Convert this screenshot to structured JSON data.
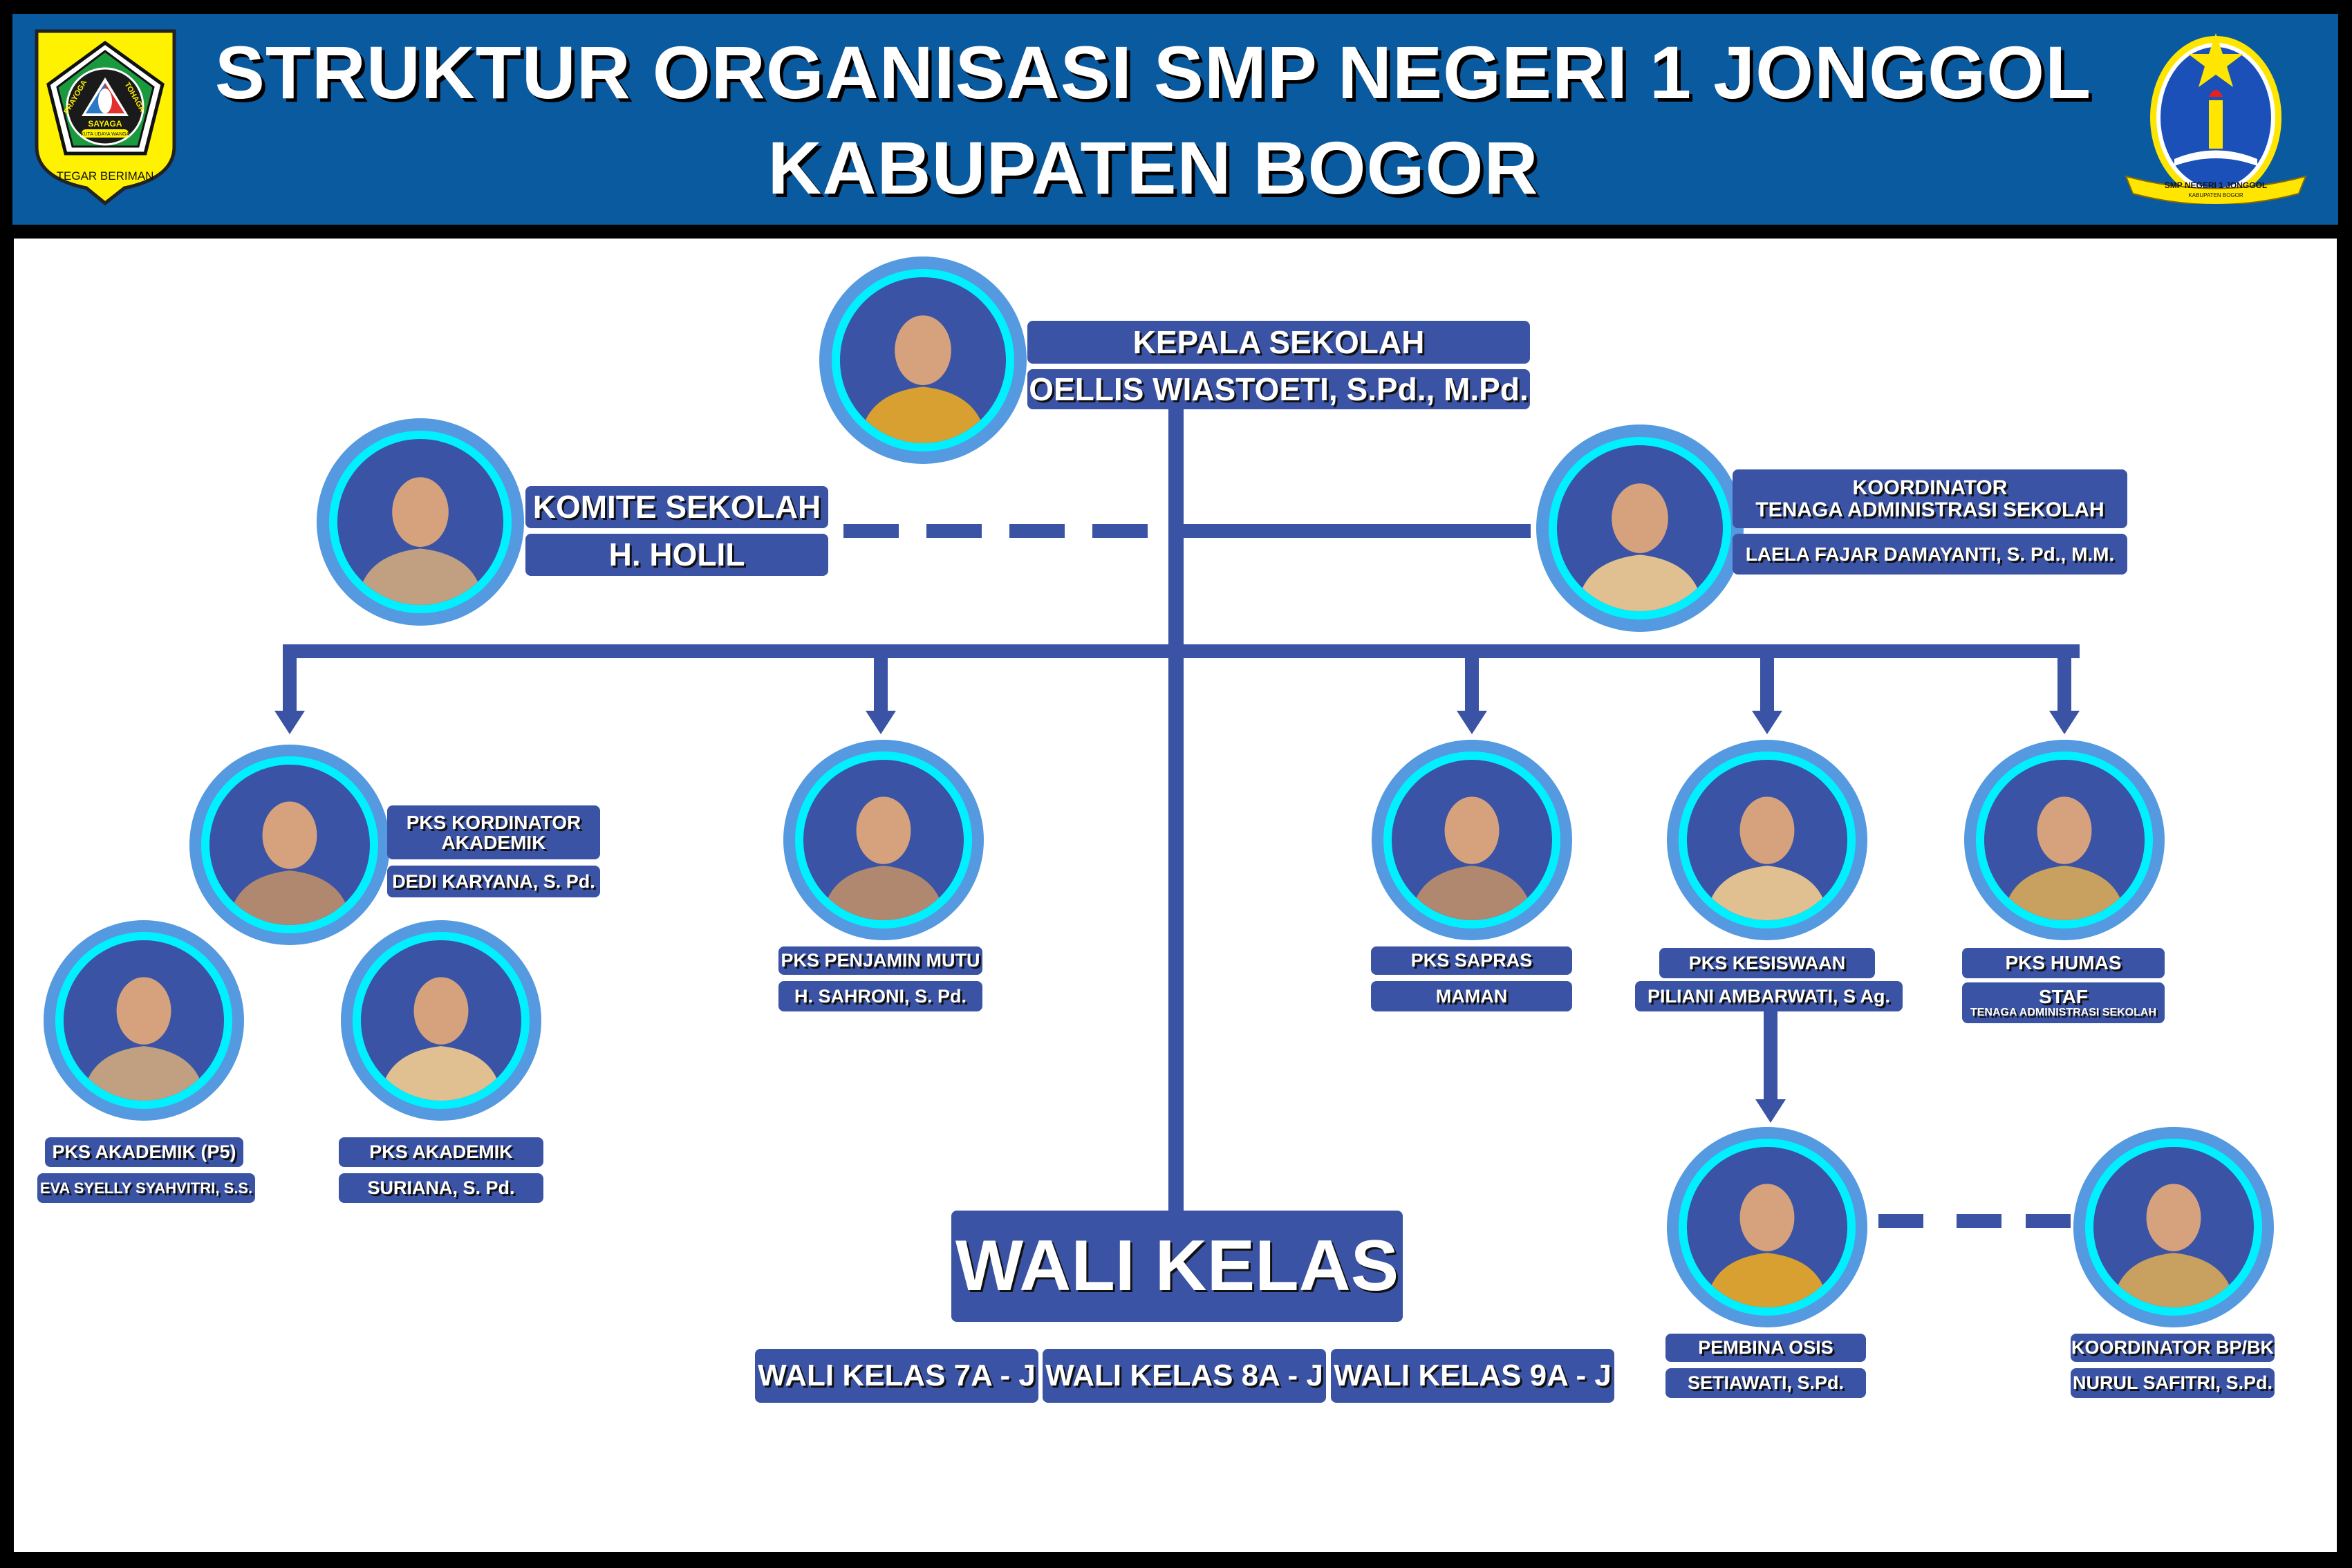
{
  "header": {
    "title_line1": "STRUKTUR ORGANISASI SMP NEGERI 1 JONGGOL",
    "title_line2": "KABUPATEN BOGOR",
    "left_logo_text": [
      "PRAYOGA",
      "TOHAGA",
      "SAYAGA",
      "KUTA UDAYA WANGA",
      "TEGAR BERIMAN"
    ],
    "right_logo_text": [
      "SMP NEGERI 1 JONGGOL",
      "KABUPATEN BOGOR"
    ]
  },
  "colors": {
    "header": "#0a5aa0",
    "box": "#3a53a4",
    "ring_outer": "#5599e0",
    "ring_inner": "#00f0ff"
  },
  "kepala": {
    "title": "KEPALA SEKOLAH",
    "name": "OELLIS WIASTOETI, S.Pd., M.Pd."
  },
  "komite": {
    "title": "KOMITE SEKOLAH",
    "name": "H. HOLIL"
  },
  "koordinator_tas": {
    "title_line1": "KOORDINATOR",
    "title_line2": "TENAGA ADMINISTRASI SEKOLAH",
    "name": "LAELA FAJAR DAMAYANTI, S. Pd., M.M."
  },
  "pks_kordinator_akademik": {
    "title_line1": "PKS KORDINATOR",
    "title_line2": "AKADEMIK",
    "name": "DEDI KARYANA, S. Pd."
  },
  "pks_akademik_p5": {
    "title": "PKS AKADEMIK (P5)",
    "name": "EVA SYELLY SYAHVITRI, S.S."
  },
  "pks_akademik": {
    "title": "PKS AKADEMIK",
    "name": "SURIANA, S. Pd."
  },
  "pks_penjamin_mutu": {
    "title": "PKS PENJAMIN MUTU",
    "name": "H. SAHRONI, S. Pd."
  },
  "pks_sapras": {
    "title": "PKS SAPRAS",
    "name": "MAMAN"
  },
  "pks_kesiswaan": {
    "title": "PKS KESISWAAN",
    "name": "PILIANI AMBARWATI, S Ag."
  },
  "pks_humas": {
    "title": "PKS HUMAS",
    "name_line1": "STAF",
    "name_line2": "TENAGA ADMINISTRASI SEKOLAH"
  },
  "pembina_osis": {
    "title": "PEMBINA OSIS",
    "name": "SETIAWATI, S.Pd."
  },
  "koordinator_bk": {
    "title": "KOORDINATOR BP/BK",
    "name": "NURUL SAFITRI, S.Pd."
  },
  "wali_kelas": {
    "title": "WALI KELAS",
    "classes": [
      "WALI KELAS 7A - J",
      "WALI KELAS 8A - J",
      "WALI KELAS 9A - J"
    ]
  }
}
